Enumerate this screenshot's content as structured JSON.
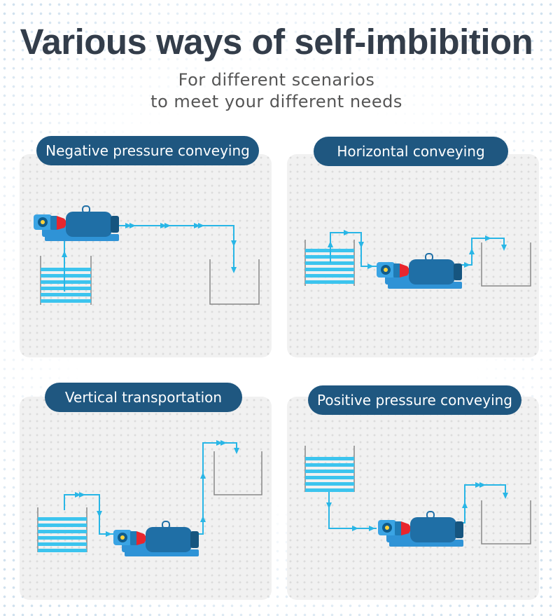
{
  "header": {
    "title": "Various ways of self-imbibition",
    "subtitle_line1": "For different scenarios",
    "subtitle_line2": "to meet your different needs"
  },
  "panels": [
    {
      "label": "Negative pressure conveying"
    },
    {
      "label": "Horizontal conveying"
    },
    {
      "label": "Vertical transportation"
    },
    {
      "label": "Positive pressure conveying"
    }
  ],
  "colors": {
    "pill": "#1f5780",
    "flow_line": "#29b6e6",
    "motor": "#1f6fa6",
    "pump_head": "#e8262d",
    "pump_body": "#2f93d6",
    "tank_stripe": "#3cc4ee"
  }
}
